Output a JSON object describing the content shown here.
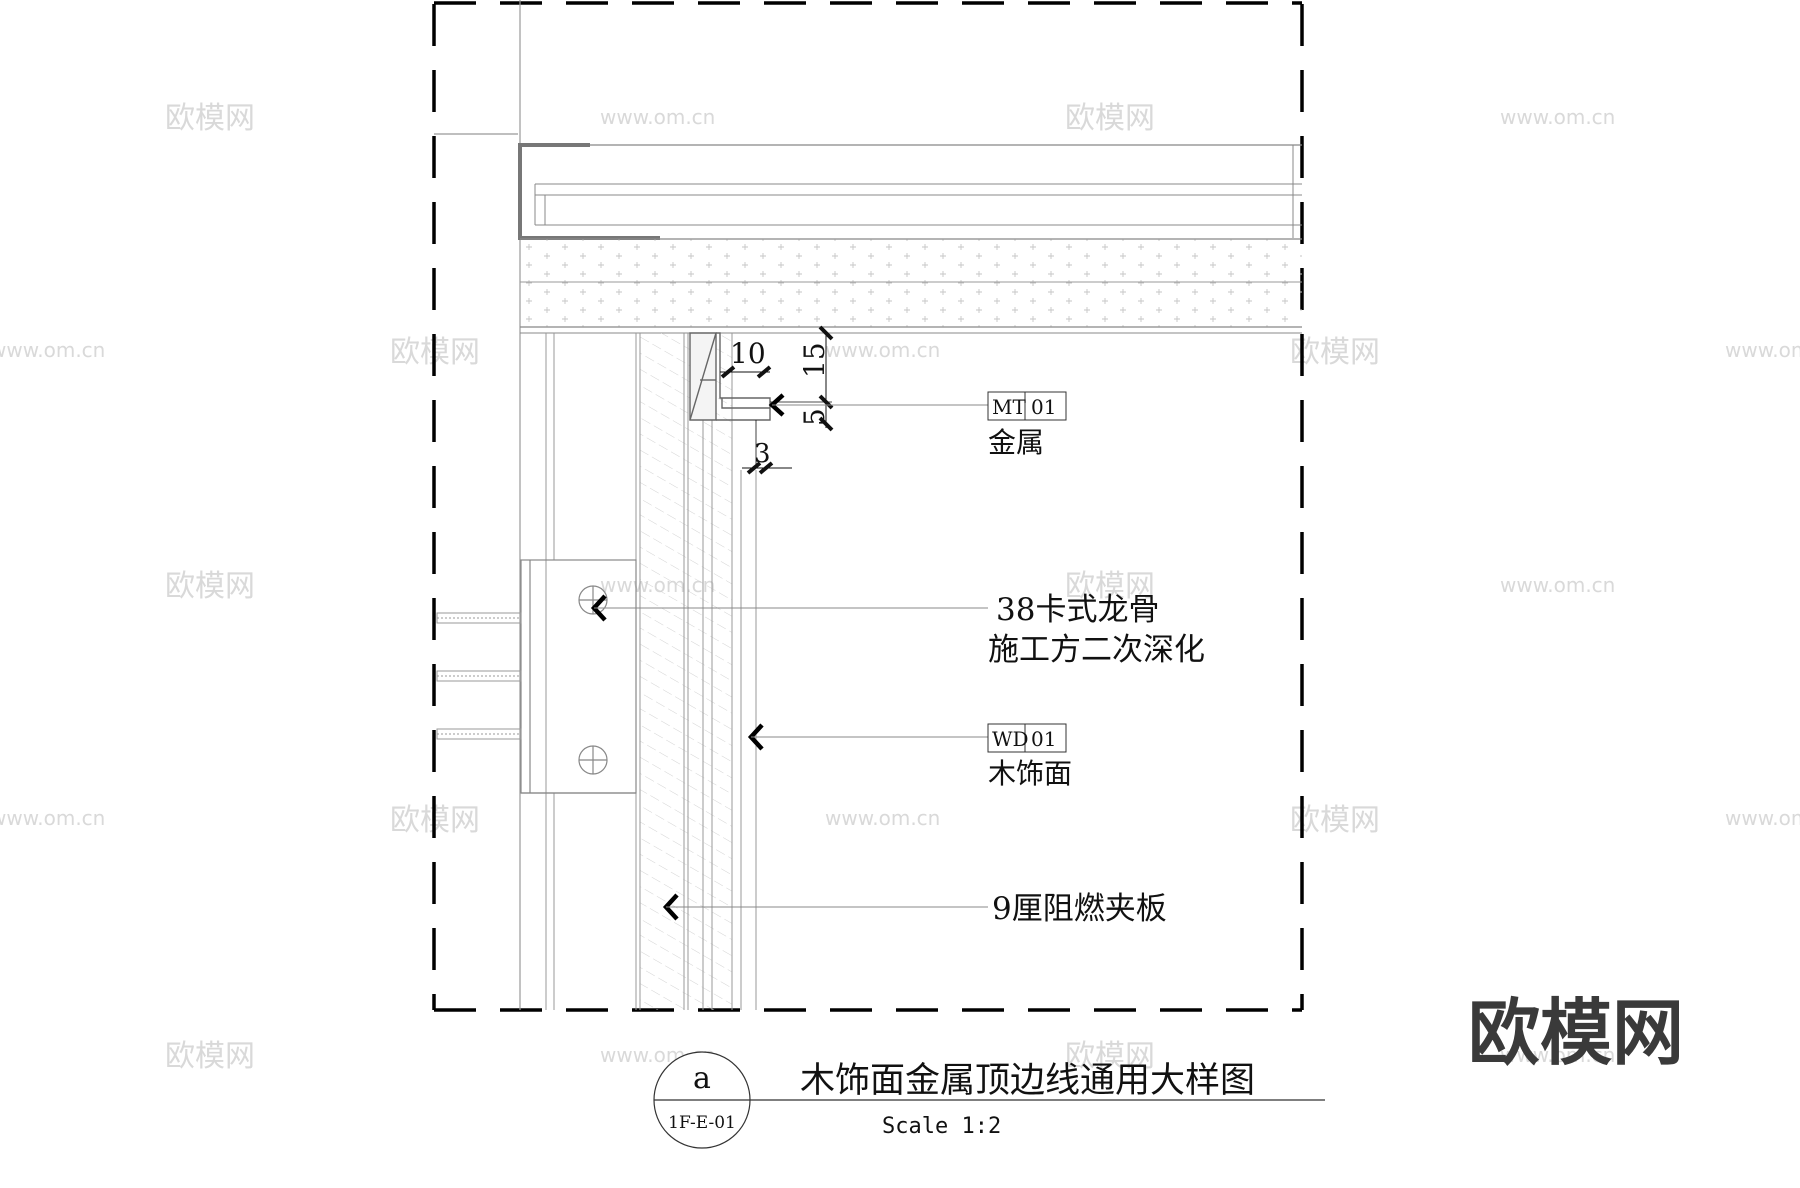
{
  "drawing": {
    "dimensions": {
      "d10": "10",
      "d15": "15",
      "d5": "5",
      "d3": "3"
    },
    "labels": {
      "metal_code": "MT",
      "metal_num": "01",
      "metal_name": "金属",
      "keel_line1": "38卡式龙骨",
      "keel_line2": "施工方二次深化",
      "wood_code": "WD",
      "wood_num": "01",
      "wood_name": "木饰面",
      "plywood": "9厘阻燃夹板"
    },
    "title_block": {
      "symbol_letter": "a",
      "sheet_ref": "1F-E-01",
      "title": "木饰面金属顶边线通用大样图",
      "scale": "Scale 1:2"
    }
  },
  "watermarks": {
    "logo_text": "欧模网",
    "site_text": "www.om.cn"
  },
  "brand": {
    "logo": "欧模网"
  }
}
